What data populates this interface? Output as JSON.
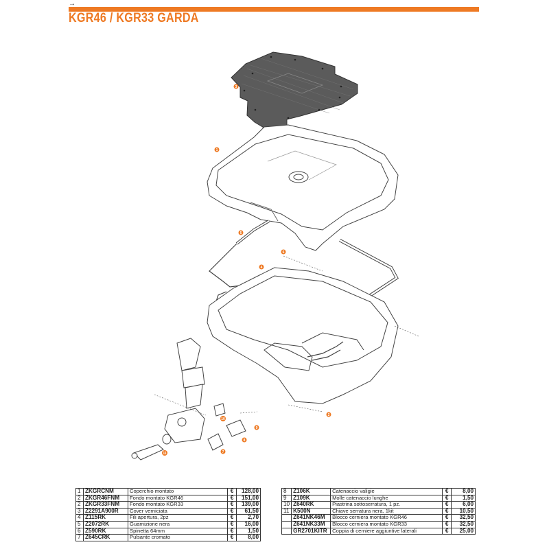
{
  "header": {
    "title": "KGR46 / KGR33 GARDA",
    "arrow_glyph": "→"
  },
  "callouts": [
    "1",
    "2",
    "3",
    "4",
    "5",
    "6",
    "7",
    "8",
    "9",
    "10",
    "11"
  ],
  "parts_left": [
    {
      "n": "1",
      "code": "ZKGRCNM",
      "desc": "Coperchio montato",
      "cur": "€",
      "price": "128,00"
    },
    {
      "n": "2",
      "code": "ZKGR46FNM",
      "desc": "Fondo montato KGR46",
      "cur": "€",
      "price": "151,00"
    },
    {
      "n": "2",
      "code": "ZKGR33FNM",
      "desc": "Fondo montato KGR33",
      "cur": "€",
      "price": "139,00"
    },
    {
      "n": "3",
      "code": "Z2291A900R",
      "desc": "Cover verniciata",
      "cur": "€",
      "price": "61,50"
    },
    {
      "n": "4",
      "code": "Z115RK",
      "desc": "Fili apertura, 2pz",
      "cur": "€",
      "price": "2,70"
    },
    {
      "n": "5",
      "code": "Z2072RK",
      "desc": "Guarnizione nera",
      "cur": "€",
      "price": "16,00"
    },
    {
      "n": "6",
      "code": "Z590RK",
      "desc": "Spinetta 64mm",
      "cur": "€",
      "price": "1,50"
    },
    {
      "n": "7",
      "code": "Z645CRK",
      "desc": "Pulsante cromato",
      "cur": "€",
      "price": "8,00"
    }
  ],
  "parts_right": [
    {
      "n": "8",
      "code": "Z106K",
      "desc": "Catenaccio valigie",
      "cur": "€",
      "price": "8,00"
    },
    {
      "n": "9",
      "code": "Z109K",
      "desc": "Molle catenaccio lunghe",
      "cur": "€",
      "price": "1,50"
    },
    {
      "n": "10",
      "code": "Z640RK",
      "desc": "Piastrina sottoserratura, 1 pz.",
      "cur": "€",
      "price": "6,00"
    },
    {
      "n": "11",
      "code": "K500N",
      "desc": "Chiave serratura nera, 1kit",
      "cur": "€",
      "price": "10,50"
    },
    {
      "n": "",
      "code": "Z641NK46M",
      "desc": "Blocco cerniera montato KGR46",
      "cur": "€",
      "price": "32,50"
    },
    {
      "n": "",
      "code": "Z641NK33M",
      "desc": "Blocco cerniera montato KGR33",
      "cur": "€",
      "price": "32,50"
    },
    {
      "n": "",
      "code": "GR2701KITR",
      "desc": "Coppia di cerniere aggiuntive laterali",
      "cur": "€",
      "price": "25,00"
    }
  ],
  "colors": {
    "accent": "#ee7a24",
    "cover": "#5a5a5a",
    "line": "#444444"
  }
}
